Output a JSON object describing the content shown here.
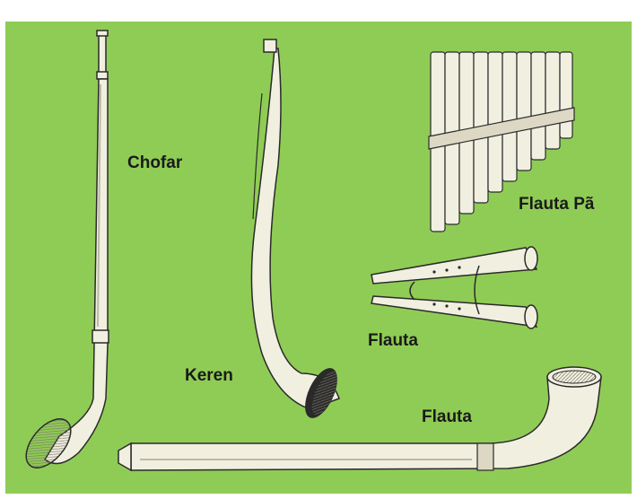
{
  "labels": {
    "chofar": "Chofar",
    "keren": "Keren",
    "flauta_pa": "Flauta Pã",
    "flauta_double": "Flauta",
    "flauta_long": "Flauta"
  },
  "colors": {
    "background": "#8fcc55",
    "instrument_fill": "#f1efe0",
    "outline": "#2a2a2a",
    "shade": "#bdb9a4"
  }
}
